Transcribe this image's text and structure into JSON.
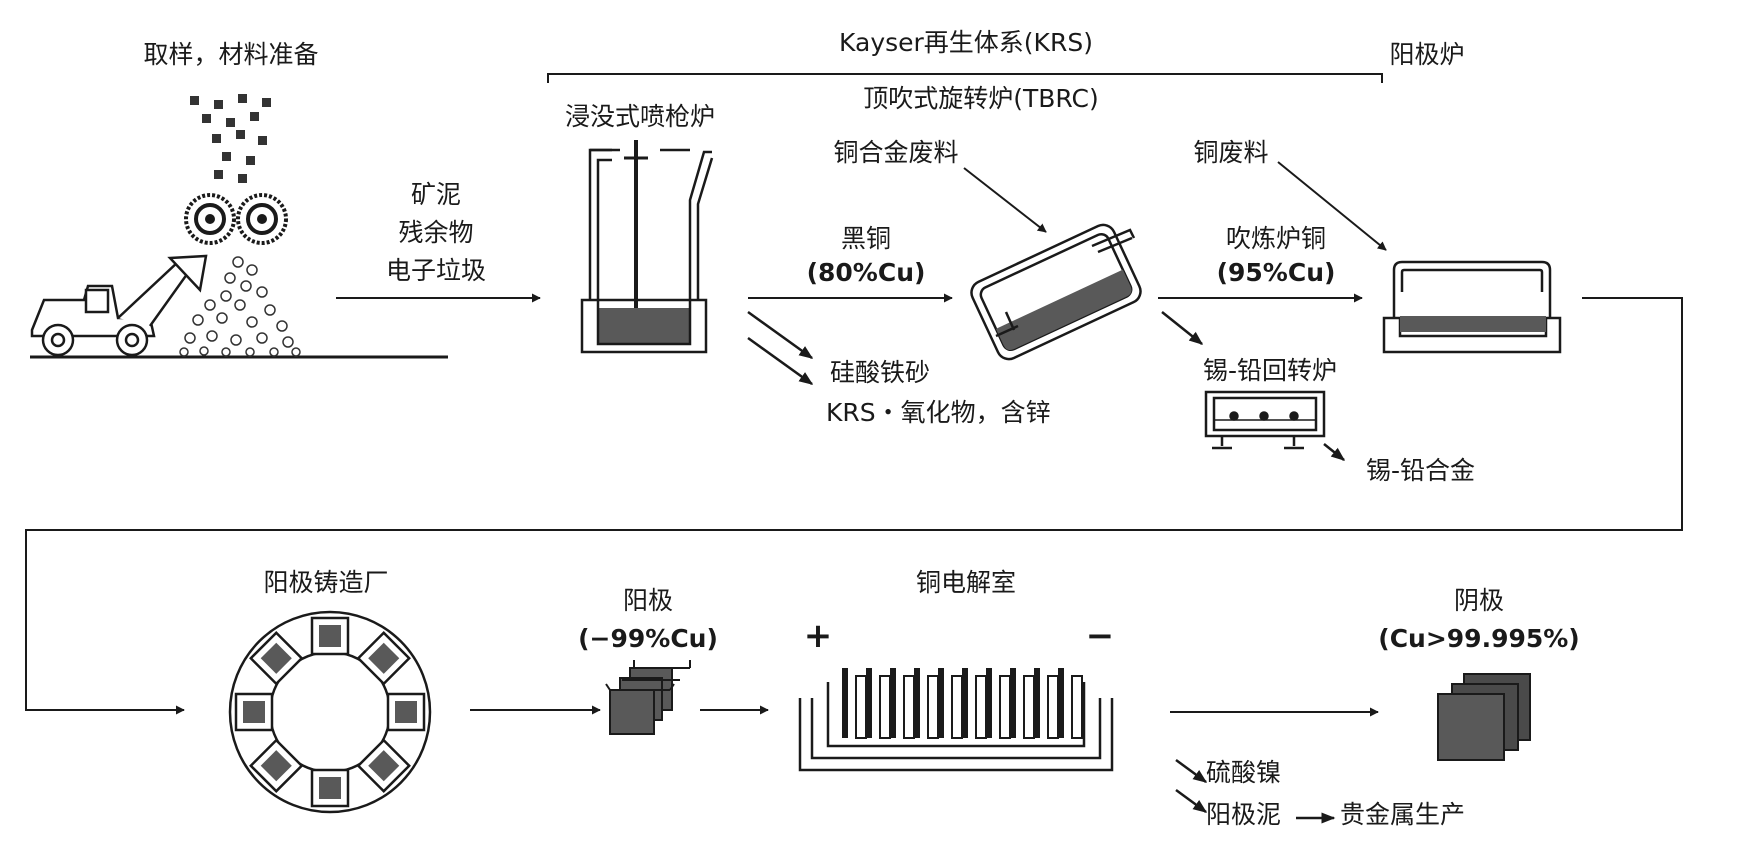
{
  "stages": {
    "sampling": "取样，材料准备",
    "krs_system": "Kayser再生体系(KRS)",
    "anode_furnace": "阳极炉",
    "tbrc": "顶吹式旋转炉(TBRC)",
    "isasmelt": "浸没式喷枪炉",
    "anode_casting": "阳极铸造厂",
    "anode": "阳极",
    "electrolysis": "铜电解室",
    "cathode": "阴极"
  },
  "inputs": {
    "feed_line1": "矿泥",
    "feed_line2": "残余物",
    "feed_line3": "电子垃圾",
    "copper_alloy_scrap": "铜合金废料",
    "copper_scrap": "铜废料"
  },
  "flows": {
    "black_copper": "黑铜",
    "black_copper_grade": "(80%Cu)",
    "blister_copper": "吹炼炉铜",
    "blister_copper_grade": "(95%Cu)",
    "anode_grade": "(−99%Cu)",
    "cathode_grade": "(Cu>99.995%)"
  },
  "byproducts": {
    "iron_silicate_sand": "硅酸铁砂",
    "krs_oxide": "KRS・氧化物，含锌",
    "tin_lead_converter": "锡-铅回转炉",
    "tin_lead_alloy": "锡-铅合金",
    "nickel_sulfate": "硫酸镍",
    "anode_slime": "阳极泥",
    "precious_metals": "贵金属生产"
  },
  "signs": {
    "plus": "+",
    "minus": "−"
  },
  "colors": {
    "line": "#1a1a1a",
    "fill_dark": "#595959",
    "fill_mid": "#7a7a7a"
  }
}
